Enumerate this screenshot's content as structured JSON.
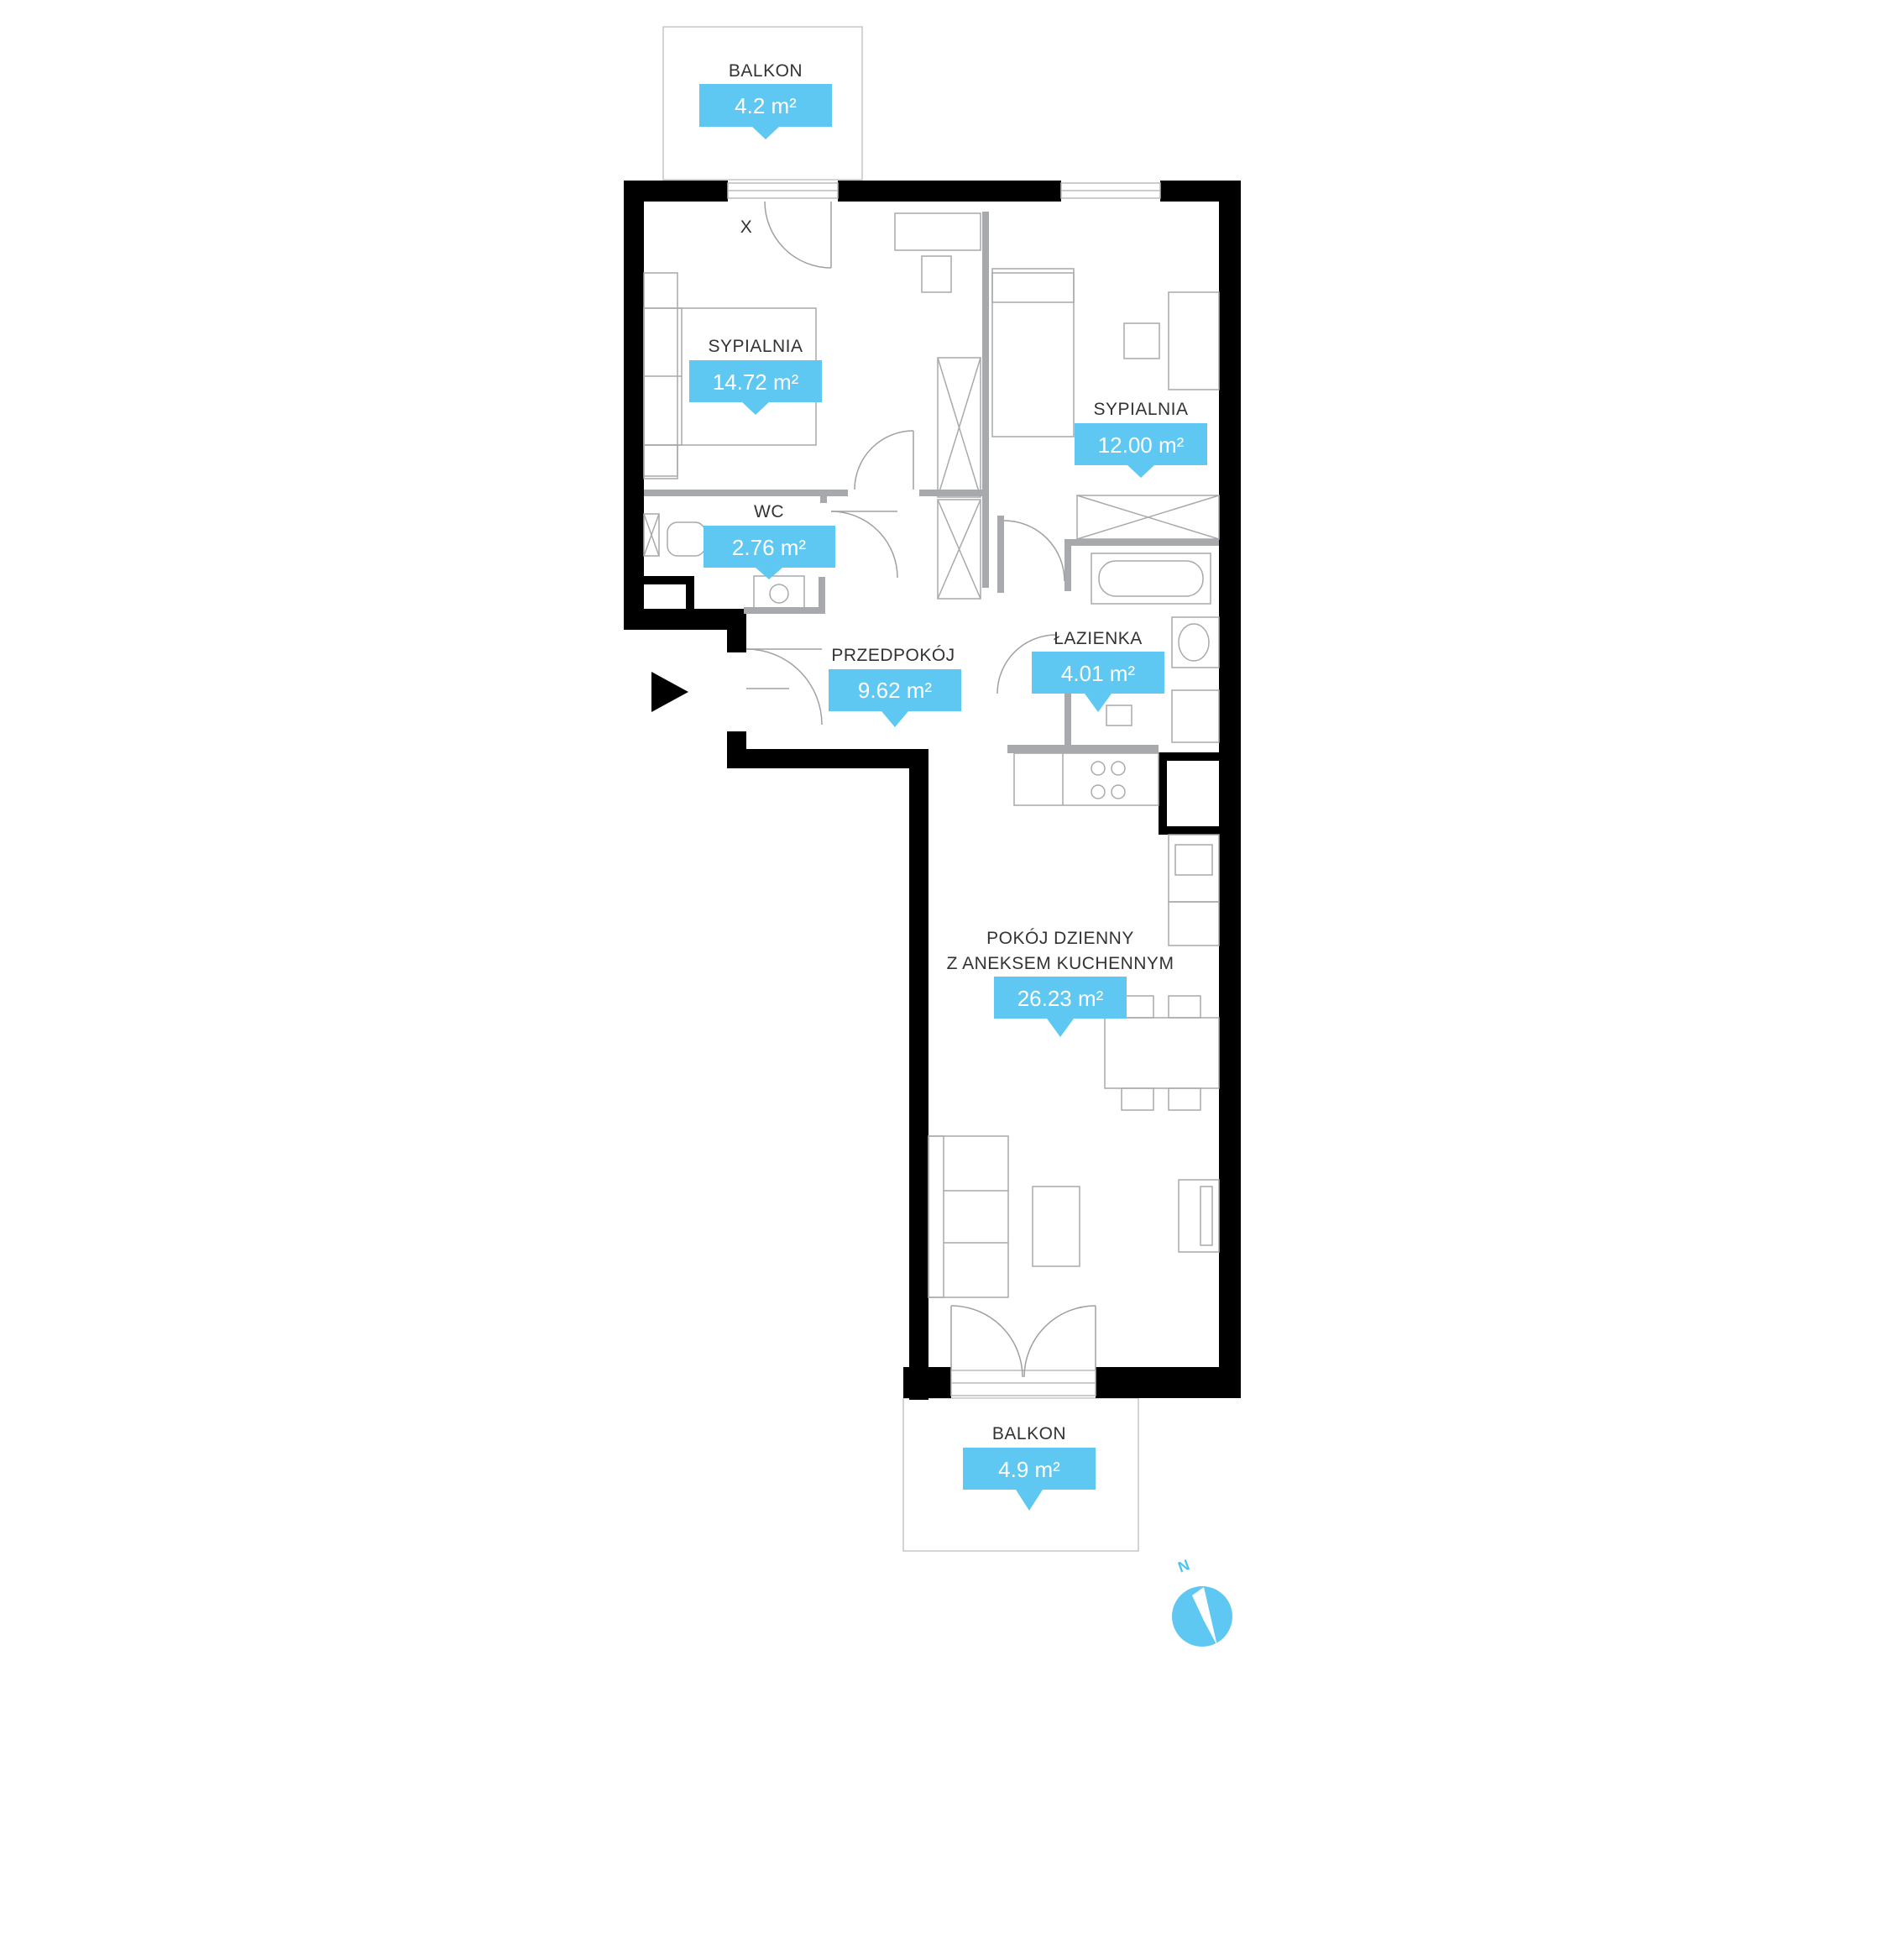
{
  "accent_color": "#5ec8f2",
  "rooms": [
    {
      "id": "balkon-top",
      "name": "BALKON",
      "area": "4.2 m²"
    },
    {
      "id": "sypialnia-1",
      "name": "SYPIALNIA",
      "area": "14.72 m²"
    },
    {
      "id": "sypialnia-2",
      "name": "SYPIALNIA",
      "area": "12.00 m²"
    },
    {
      "id": "wc",
      "name": "WC",
      "area": "2.76 m²"
    },
    {
      "id": "przedpokoj",
      "name": "PRZEDPOKÓJ",
      "area": "9.62 m²"
    },
    {
      "id": "lazienka",
      "name": "ŁAZIENKA",
      "area": "4.01 m²"
    },
    {
      "id": "pokoj-dzienny",
      "name_line1": "POKÓJ DZIENNY",
      "name_line2": "Z ANEKSEM KUCHENNYM",
      "area": "26.23 m²"
    },
    {
      "id": "balkon-bottom",
      "name": "BALKON",
      "area": "4.9 m²"
    }
  ],
  "marks": {
    "x_mark": "X"
  },
  "compass": {
    "label": "N"
  }
}
